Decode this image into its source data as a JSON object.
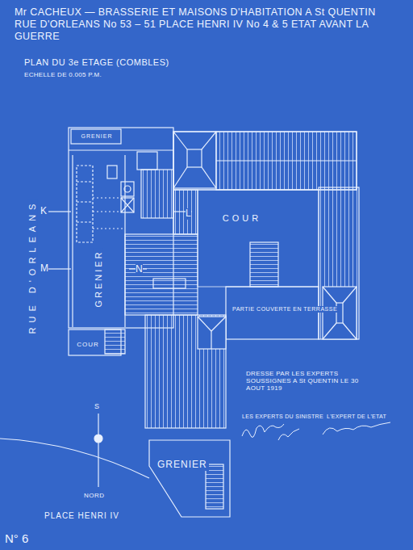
{
  "diagram": {
    "title": "Mr CACHEUX — BRASSERIE ET MAISONS D'HABITATION A St QUENTIN RUE D'ORLEANS No 53 – 51 PLACE HENRI IV No 4 & 5 ETAT AVANT LA GUERRE",
    "nodes": [
      {
        "text": [
          "GRENIER"
        ]
      },
      {
        "text": [
          "GRENIER"
        ]
      },
      {
        "text": [
          "COUR"
        ]
      },
      {
        "text": [
          "PARTIE COUVERTE EN TERRASSE"
        ]
      },
      {
        "text": [
          "COUR"
        ]
      },
      {
        "text": [
          "GRENIER"
        ]
      }
    ],
    "labels": [
      "PLAN DU 3e ETAGE (COMBLES)",
      "ECHELLE DE 0.005 P.M.",
      "RUE D'ORLEANS",
      "K",
      "L",
      "M",
      "N",
      "DRESSE PAR LES EXPERTS SOUSSIGNES A St QUENTIN LE 30 AOUT 1919",
      "LES EXPERTS DU SINISTRE",
      "L'EXPERT DE L'ETAT",
      "S",
      "NORD",
      "PLACE HENRI IV",
      "N° 6"
    ]
  }
}
